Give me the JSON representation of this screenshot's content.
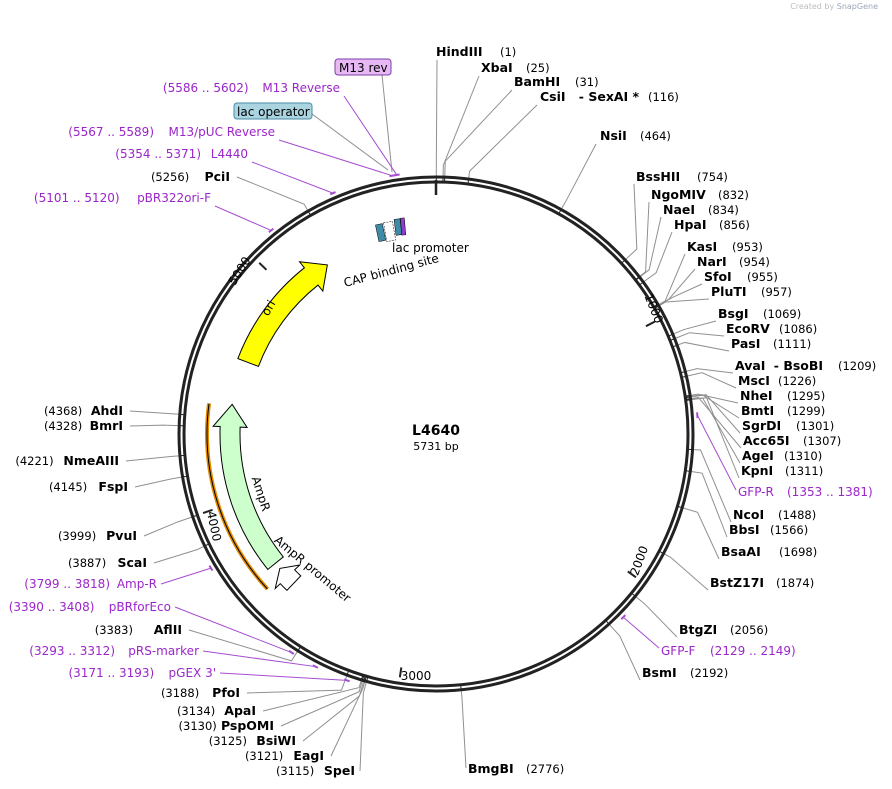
{
  "credit": {
    "prefix": "Created by",
    "brand": "SnapGene"
  },
  "plasmid": {
    "name": "L4640",
    "length_label": "5731 bp",
    "length": 5731
  },
  "ticks": [
    "1000",
    "2000",
    "3000",
    "4000",
    "5000"
  ],
  "features": [
    {
      "id": "ori",
      "label": "ori",
      "color": "#ffff00"
    },
    {
      "id": "ampr",
      "label": "AmpR",
      "color": "#ccffcc"
    },
    {
      "id": "ampr-promoter",
      "label": "AmpR promoter",
      "color": "#ffffff"
    },
    {
      "id": "lac-promoter",
      "label": "lac promoter"
    },
    {
      "id": "cap-site",
      "label": "CAP binding site"
    }
  ],
  "boxes": [
    {
      "id": "m13rev",
      "label": "M13 rev",
      "color": "#e8b8f5"
    },
    {
      "id": "lacop",
      "label": "lac operator",
      "color": "#a9d4e0"
    }
  ],
  "right_sites": [
    {
      "name": "HindIII",
      "pos": "(1)"
    },
    {
      "name": "XbaI",
      "pos": "(25)"
    },
    {
      "name": "BamHI",
      "pos": "(31)"
    },
    {
      "name": "CsiI",
      "extra": "SexAI *",
      "pos": "(116)"
    },
    {
      "name": "NsiI",
      "pos": "(464)"
    },
    {
      "name": "BssHII",
      "pos": "(754)"
    },
    {
      "name": "NgoMIV",
      "pos": "(832)"
    },
    {
      "name": "NaeI",
      "pos": "(834)"
    },
    {
      "name": "HpaI",
      "pos": "(856)"
    },
    {
      "name": "KasI",
      "pos": "(953)"
    },
    {
      "name": "NarI",
      "pos": "(954)"
    },
    {
      "name": "SfoI",
      "pos": "(955)"
    },
    {
      "name": "PluTI",
      "pos": "(957)"
    },
    {
      "name": "BsgI",
      "pos": "(1069)"
    },
    {
      "name": "EcoRV",
      "pos": "(1086)"
    },
    {
      "name": "PasI",
      "pos": "(1111)"
    },
    {
      "name": "AvaI",
      "extra": "BsoBI",
      "pos": "(1209)"
    },
    {
      "name": "MscI",
      "pos": "(1226)"
    },
    {
      "name": "NheI",
      "pos": "(1295)"
    },
    {
      "name": "BmtI",
      "pos": "(1299)"
    },
    {
      "name": "SgrDI",
      "pos": "(1301)"
    },
    {
      "name": "Acc65I",
      "pos": "(1307)"
    },
    {
      "name": "AgeI",
      "pos": "(1310)"
    },
    {
      "name": "KpnI",
      "pos": "(1311)"
    },
    {
      "name": "NcoI",
      "pos": "(1488)"
    },
    {
      "name": "BbsI",
      "pos": "(1566)"
    },
    {
      "name": "BsaAI",
      "pos": "(1698)"
    },
    {
      "name": "BstZ17I",
      "pos": "(1874)"
    },
    {
      "name": "BtgZI",
      "pos": "(2056)"
    },
    {
      "name": "BsmI",
      "pos": "(2192)"
    },
    {
      "name": "BmgBI",
      "pos": "(2776)"
    }
  ],
  "left_sites": [
    {
      "name": "PciI",
      "pos": "(5256)"
    },
    {
      "name": "AhdI",
      "pos": "(4368)"
    },
    {
      "name": "BmrI",
      "pos": "(4328)"
    },
    {
      "name": "NmeAIII",
      "pos": "(4221)"
    },
    {
      "name": "FspI",
      "pos": "(4145)"
    },
    {
      "name": "PvuI",
      "pos": "(3999)"
    },
    {
      "name": "ScaI",
      "pos": "(3887)"
    },
    {
      "name": "AflII",
      "pos": "(3383)"
    },
    {
      "name": "PfoI",
      "pos": "(3188)"
    },
    {
      "name": "ApaI",
      "pos": "(3134)"
    },
    {
      "name": "PspOMI",
      "pos": "(3130)"
    },
    {
      "name": "BsiWI",
      "pos": "(3125)"
    },
    {
      "name": "EagI",
      "pos": "(3121)"
    },
    {
      "name": "SpeI",
      "pos": "(3115)"
    }
  ],
  "primers": [
    {
      "name": "M13 Reverse",
      "range": "(5586 .. 5602)"
    },
    {
      "name": "M13/pUC Reverse",
      "range": "(5567 .. 5589)"
    },
    {
      "name": "L4440",
      "range": "(5354 .. 5371)"
    },
    {
      "name": "pBR322ori-F",
      "range": "(5101 .. 5120)"
    },
    {
      "name": "GFP-R",
      "range": "(1353 .. 1381)"
    },
    {
      "name": "GFP-F",
      "range": "(2129 .. 2149)"
    },
    {
      "name": "Amp-R",
      "range": "(3799 .. 3818)"
    },
    {
      "name": "pBRforEco",
      "range": "(3390 .. 3408)"
    },
    {
      "name": "pRS-marker",
      "range": "(3293 .. 3312)"
    },
    {
      "name": "pGEX 3'",
      "range": "(3171 .. 3193)"
    }
  ]
}
